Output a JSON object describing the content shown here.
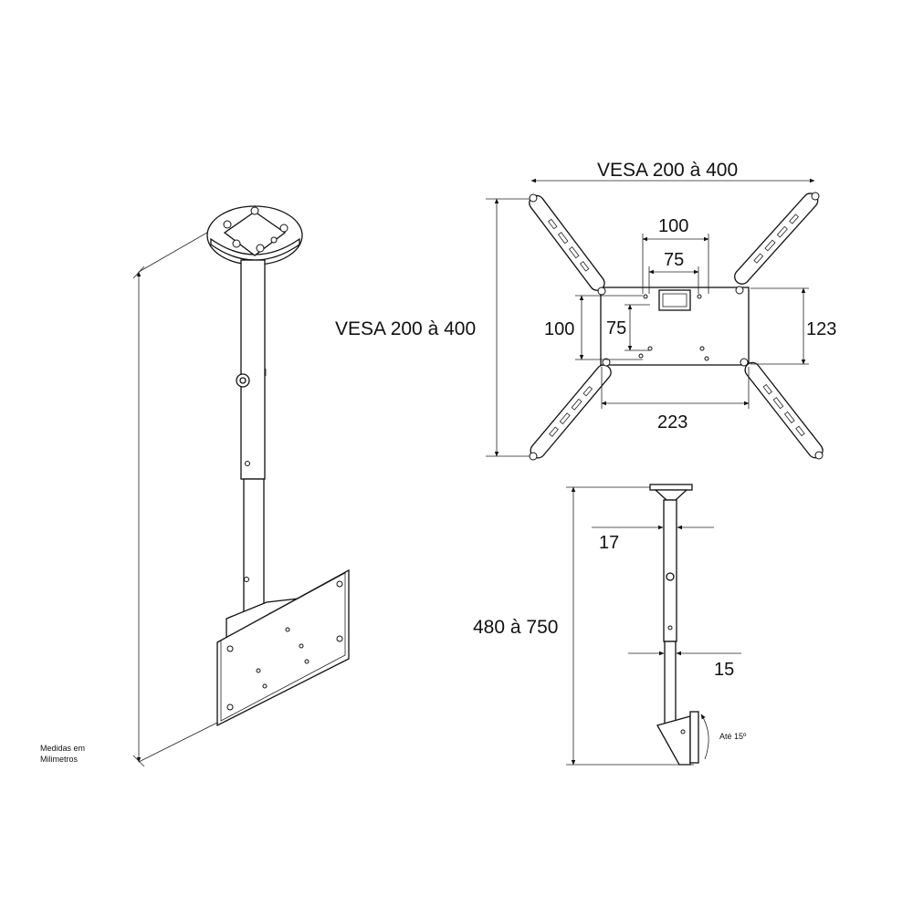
{
  "note": {
    "line1": "Medidas em",
    "line2": "Milimetros"
  },
  "front_view": {
    "vesa_width_label": "VESA 200 à 400",
    "vesa_height_label": "VESA 200 à 400",
    "dim_100_top": "100",
    "dim_75_top": "75",
    "dim_100_side": "100",
    "dim_75_side": "75",
    "dim_123": "123",
    "dim_223": "223"
  },
  "side_view": {
    "height_label": "480 à 750",
    "dim_17": "17",
    "dim_15": "15",
    "tilt_label": "Até 15º"
  }
}
